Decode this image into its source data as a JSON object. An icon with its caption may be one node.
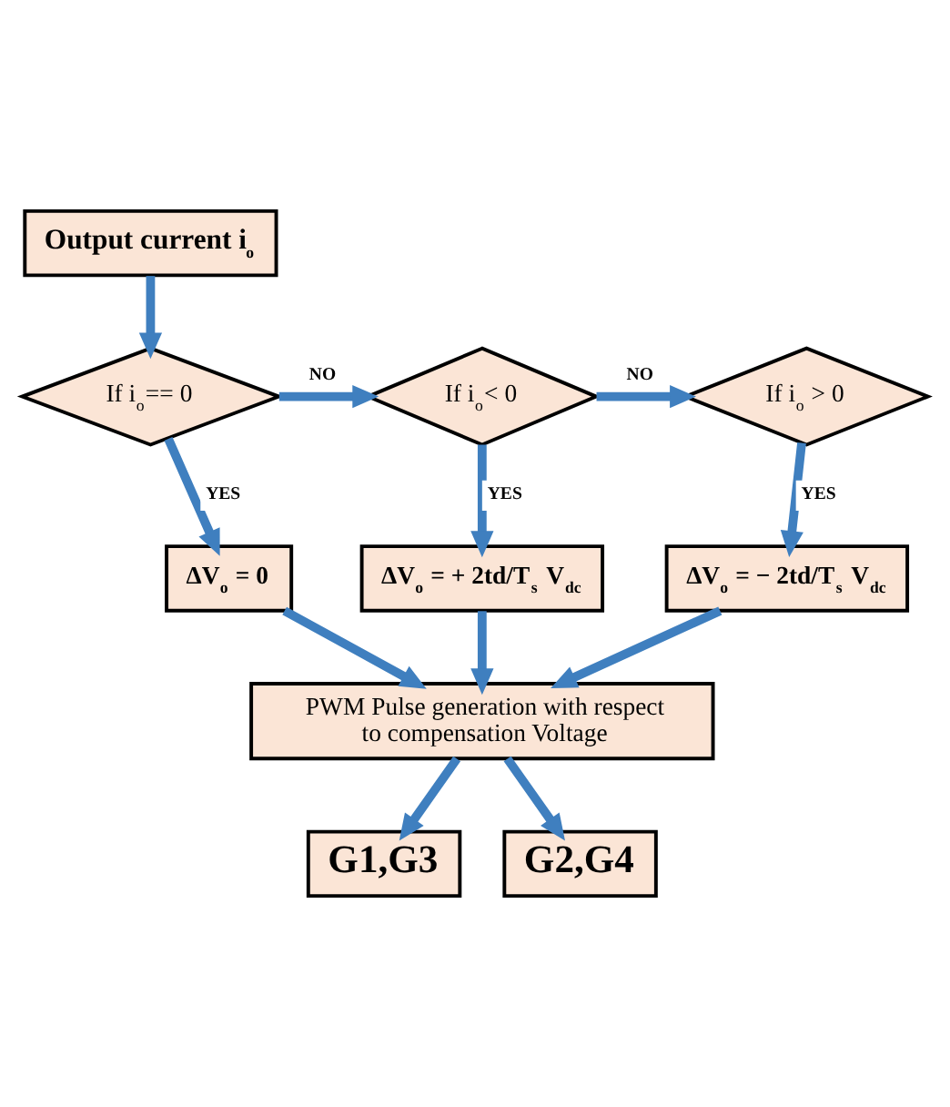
{
  "diagram": {
    "nodes": [
      {
        "text": [
          "Output current i$_{o}$"
        ]
      },
      {
        "text": [
          "If i$_{o}$== 0"
        ]
      },
      {
        "text": [
          "If i$_{o}$< 0"
        ]
      },
      {
        "text": [
          "If i$_{o}$ > 0"
        ]
      },
      {
        "text": [
          "ΔV$_{o}$ = 0"
        ]
      },
      {
        "text": [
          "ΔV$_{o}$ = + 2td/T$_{s}$ V$_{dc}$"
        ]
      },
      {
        "text": [
          "ΔV$_{o}$ = − 2td/T$_{s}$ V$_{dc}$"
        ]
      },
      {
        "text": [
          "PWM Pulse generation with respect to compensation Voltage"
        ]
      },
      {
        "text": [
          "G1,G3"
        ]
      },
      {
        "text": [
          "G2,G4"
        ]
      }
    ],
    "edges": [
      {
        "from": 0,
        "to": 1,
        "arrow": "to"
      },
      {
        "from": 1,
        "to": 2,
        "arrow": "to",
        "label": "NO"
      },
      {
        "from": 2,
        "to": 3,
        "arrow": "to",
        "label": "NO"
      },
      {
        "from": 1,
        "to": 4,
        "arrow": "to",
        "label": "YES"
      },
      {
        "from": 2,
        "to": 5,
        "arrow": "to",
        "label": "YES"
      },
      {
        "from": 3,
        "to": 6,
        "arrow": "to",
        "label": "YES"
      },
      {
        "from": 4,
        "to": 7,
        "arrow": "to"
      },
      {
        "from": 5,
        "to": 7,
        "arrow": "to"
      },
      {
        "from": 6,
        "to": 7,
        "arrow": "to"
      },
      {
        "from": 7,
        "to": 8,
        "arrow": "to"
      },
      {
        "from": 7,
        "to": 9,
        "arrow": "to"
      }
    ]
  }
}
